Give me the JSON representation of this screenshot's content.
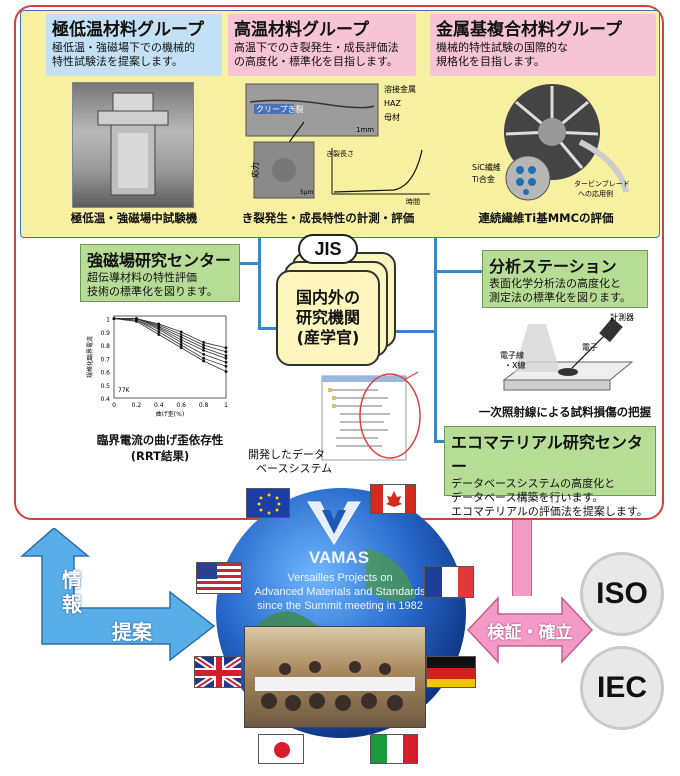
{
  "groups": [
    {
      "title": "極低温材料グループ",
      "desc1": "極低温・強磁場下での機械的",
      "desc2": "特性試験法を提案します。",
      "caption": "極低温・強磁場中試験機",
      "color": "#c4e0f4"
    },
    {
      "title": "高温材料グループ",
      "desc1": "高温下でのき裂発生・成長評価法",
      "desc2": "の高度化・標準化を目指します。",
      "caption": "き裂発生・成長特性の計測・評価",
      "color": "#f7c4d6"
    },
    {
      "title": "金属基複合材料グループ",
      "desc1": "機械的特性試験の国際的な",
      "desc2": "規格化を目指します。",
      "caption": "連続繊維Ti基MMCの評価",
      "color": "#f7c4d6"
    }
  ],
  "crack_image": {
    "labels": [
      "溶接金属",
      "HAZ",
      "母材",
      "クリープき裂",
      "1mm",
      "応力",
      "き裂長さ",
      "時間",
      "5μm"
    ]
  },
  "mmc_image": {
    "labels": [
      "SiC繊維",
      "Ti合金",
      "タービンブレード",
      "への応用例"
    ]
  },
  "center": {
    "badge": "JIS",
    "line1": "国内外の",
    "line2": "研究機関",
    "line3": "(産学官)"
  },
  "magnet_center": {
    "title": "強磁場研究センター",
    "desc1": "超伝導材料の特性評価",
    "desc2": "技術の標準化を図ります。",
    "caption1": "臨界電流の曲げ歪依存性",
    "caption2": "(RRT結果)"
  },
  "rrt_chart": {
    "type": "line",
    "xlabel": "曲げ歪(%)",
    "ylabel": "規格化臨界電流",
    "x": [
      0,
      0.2,
      0.4,
      0.6,
      0.8,
      1
    ],
    "xticks": [
      "0",
      "0.2",
      "0.4",
      "0.6",
      "0.8",
      "1"
    ],
    "yticks": [
      "1",
      "0.9",
      "0.8",
      "0.7",
      "0.6",
      "0.5",
      "0.4"
    ],
    "ylim": [
      0.4,
      1.02
    ],
    "note": "77K",
    "series": [
      {
        "values": [
          1,
          1,
          0.96,
          0.9,
          0.82,
          0.78
        ]
      },
      {
        "values": [
          1,
          1,
          0.95,
          0.88,
          0.8,
          0.75
        ]
      },
      {
        "values": [
          1,
          1,
          0.94,
          0.86,
          0.78,
          0.72
        ]
      },
      {
        "values": [
          1,
          1,
          0.93,
          0.84,
          0.76,
          0.7
        ]
      },
      {
        "values": [
          1,
          0.99,
          0.92,
          0.82,
          0.73,
          0.67
        ]
      },
      {
        "values": [
          1,
          0.99,
          0.9,
          0.8,
          0.7,
          0.64
        ]
      },
      {
        "values": [
          1,
          0.98,
          0.88,
          0.78,
          0.68,
          0.6
        ]
      }
    ]
  },
  "analysis_station": {
    "title": "分析ステーション",
    "desc1": "表面化学分析法の高度化と",
    "desc2": "測定法の標準化を図ります。",
    "caption": "一次照射線による試料損傷の把握",
    "labels": [
      "計測器",
      "電子",
      "電子線",
      "・X線"
    ]
  },
  "database": {
    "caption1": "開発したデータ",
    "caption2": "ベースシステム"
  },
  "ecomaterial": {
    "title": "エコマテリアル研究センター",
    "desc1": "データベースシステムの高度化と",
    "desc2": "データベース構築を行います。",
    "desc3": "エコマテリアルの評価法を提案します。"
  },
  "vamas": {
    "logo": "VAMAS",
    "line1": "Versailles Projects on",
    "line2": "Advanced Materials and Standards",
    "line3": "since the Summit meeting in 1982"
  },
  "left_arrow": {
    "label1": "情",
    "label2": "報",
    "label3": "提案",
    "color": "#5aaee8"
  },
  "right_arrow": {
    "label": "検証・確立",
    "color": "#f49ac6"
  },
  "standards": {
    "iso": "ISO",
    "iec": "IEC"
  }
}
